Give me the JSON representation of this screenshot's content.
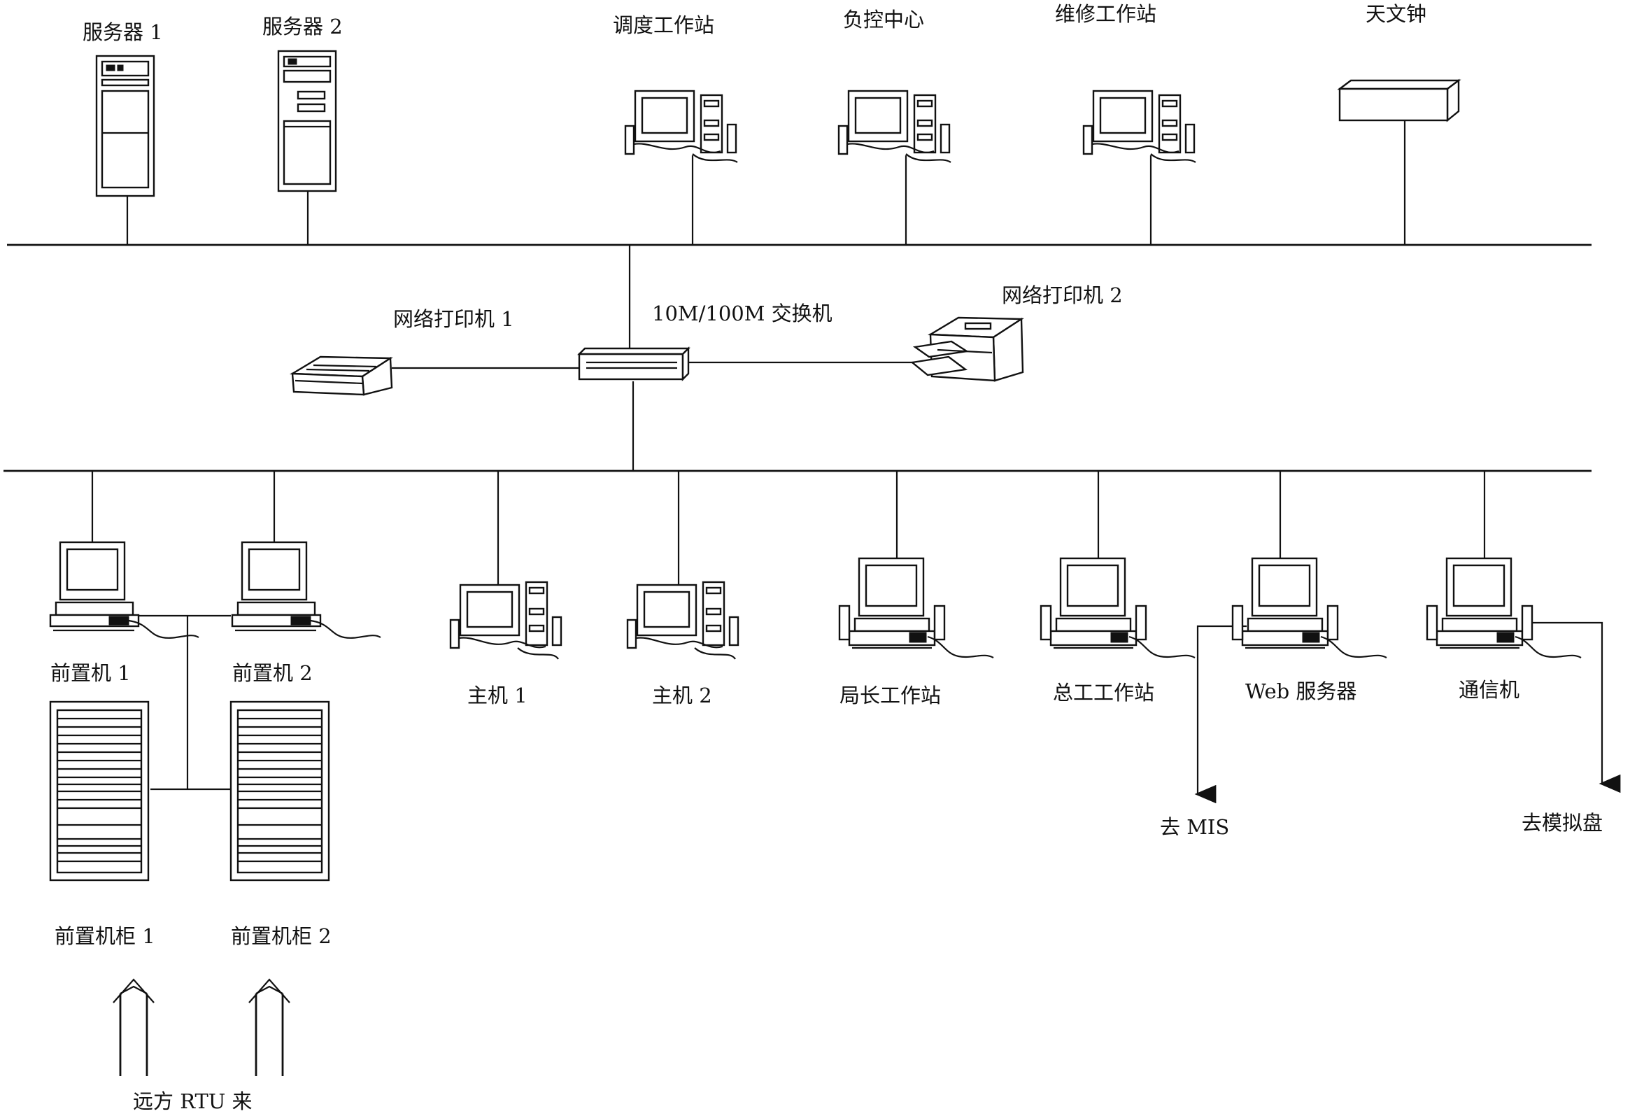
{
  "nodes": {
    "server1": "服务器 1",
    "server2": "服务器 2",
    "dispatch_ws": "调度工作站",
    "load_control": "负控中心",
    "maintenance_ws": "维修工作站",
    "astro_clock": "天文钟",
    "net_printer1": "网络打印机 1",
    "switch": "10M/100M 交换机",
    "net_printer2": "网络打印机 2",
    "fep1": "前置机 1",
    "fep2": "前置机 2",
    "host1": "主机 1",
    "host2": "主机 2",
    "director_ws": "局长工作站",
    "chief_eng_ws": "总工工作站",
    "web_server": "Web 服务器",
    "comm": "通信机",
    "to_mis": "去 MIS",
    "to_sim_panel": "去模拟盘",
    "fep_cab1": "前置机柜 1",
    "fep_cab2": "前置机柜 2",
    "from_rtu": "远方 RTU 来"
  },
  "icons": {
    "server": "tower-server-icon",
    "workstation": "desktop-computer-icon",
    "fep": "terminal-computer-icon",
    "cabinet": "rack-cabinet-icon",
    "switch": "network-switch-icon",
    "printer": "printer-icon",
    "clock": "astronomical-clock-icon"
  },
  "colors": {
    "line": "#111111",
    "background": "#ffffff"
  }
}
